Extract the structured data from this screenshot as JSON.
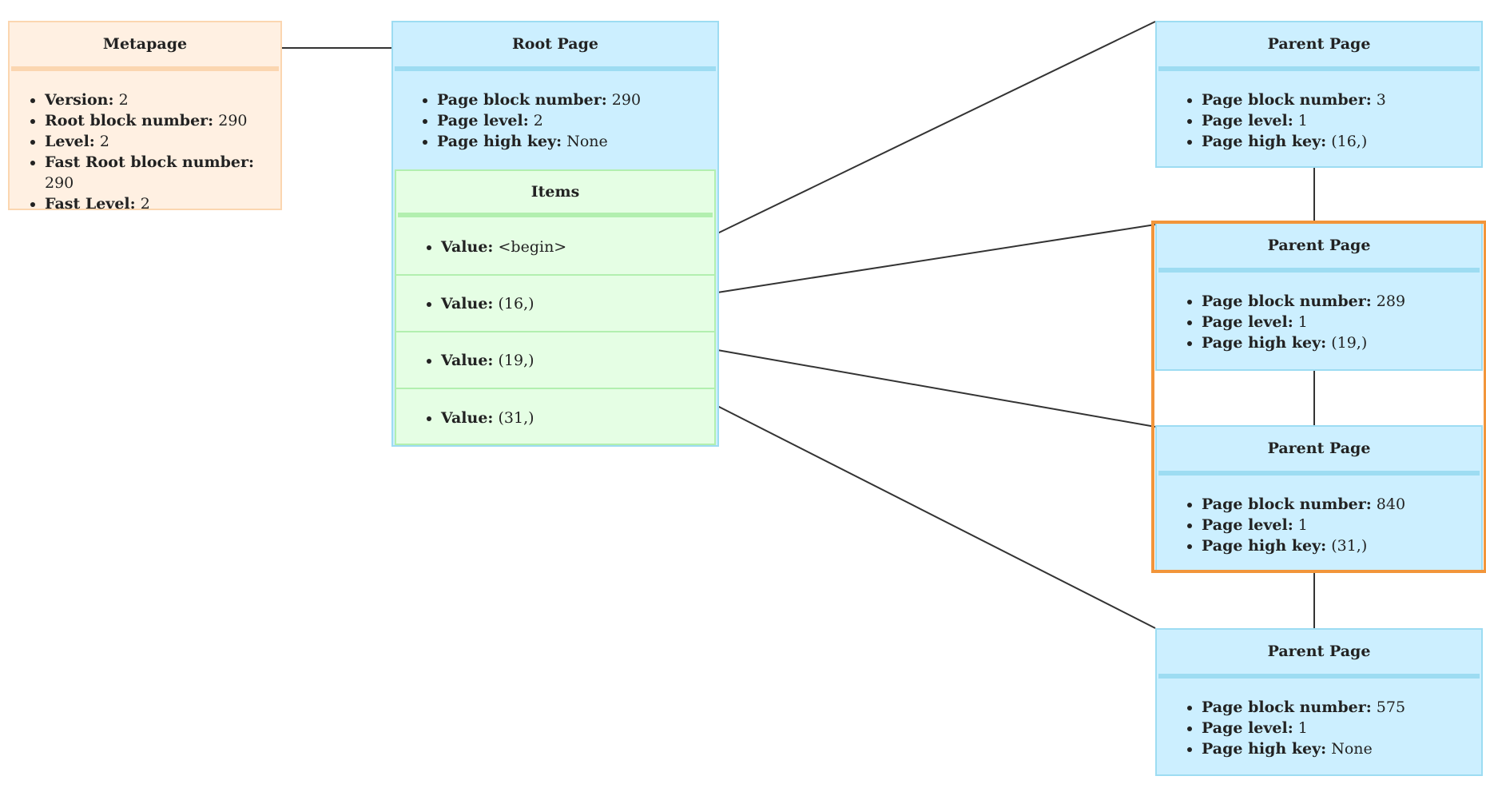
{
  "metapage": {
    "title": "Metapage",
    "props": [
      {
        "key": "Version:",
        "value": "2"
      },
      {
        "key": "Root block number:",
        "value": "290"
      },
      {
        "key": "Level:",
        "value": "2"
      },
      {
        "key": "Fast Root block number:",
        "value": "290"
      },
      {
        "key": "Fast Level:",
        "value": "2"
      }
    ]
  },
  "root": {
    "title": "Root Page",
    "props": [
      {
        "key": "Page block number:",
        "value": "290"
      },
      {
        "key": "Page level:",
        "value": "2"
      },
      {
        "key": "Page high key:",
        "value": "None"
      }
    ],
    "items_title": "Items",
    "items": [
      {
        "key": "Value:",
        "value": "<begin>"
      },
      {
        "key": "Value:",
        "value": "(16,)"
      },
      {
        "key": "Value:",
        "value": "(19,)"
      },
      {
        "key": "Value:",
        "value": "(31,)"
      }
    ]
  },
  "parents": [
    {
      "title": "Parent Page",
      "props": [
        {
          "key": "Page block number:",
          "value": "3"
        },
        {
          "key": "Page level:",
          "value": "1"
        },
        {
          "key": "Page high key:",
          "value": "(16,)"
        }
      ]
    },
    {
      "title": "Parent Page",
      "props": [
        {
          "key": "Page block number:",
          "value": "289"
        },
        {
          "key": "Page level:",
          "value": "1"
        },
        {
          "key": "Page high key:",
          "value": "(19,)"
        }
      ]
    },
    {
      "title": "Parent Page",
      "props": [
        {
          "key": "Page block number:",
          "value": "840"
        },
        {
          "key": "Page level:",
          "value": "1"
        },
        {
          "key": "Page high key:",
          "value": "(31,)"
        }
      ]
    },
    {
      "title": "Parent Page",
      "props": [
        {
          "key": "Page block number:",
          "value": "575"
        },
        {
          "key": "Page level:",
          "value": "1"
        },
        {
          "key": "Page high key:",
          "value": "None"
        }
      ]
    }
  ],
  "colors": {
    "metapage_fill": "#fff0e2",
    "page_fill": "#ccefff",
    "items_fill": "#e5fee4",
    "highlight": "#f2953a",
    "edge": "#333333"
  }
}
